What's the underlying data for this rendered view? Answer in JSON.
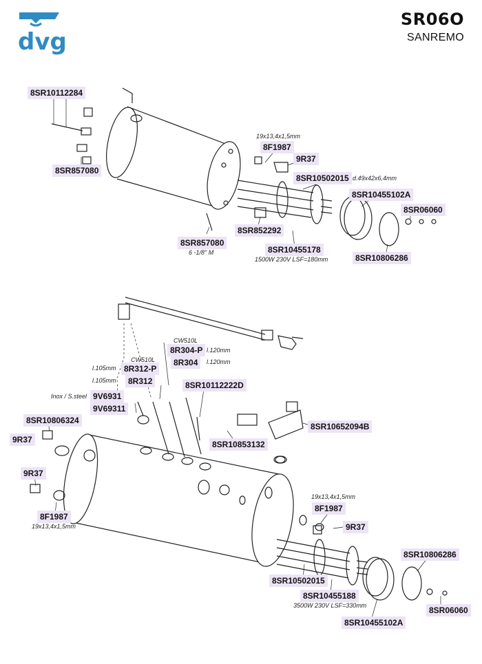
{
  "header": {
    "model": "SR06O",
    "brand": "SANREMO",
    "logo_text": "dvg",
    "accent_color": "#2f8bc3"
  },
  "parts": [
    "8SR10112284",
    "8SR857080",
    "8F1987",
    "9R37",
    "8SR10502015",
    "8SR10455102A",
    "8SR06060",
    "8SR852292",
    "8SR857080",
    "8SR10455178",
    "8SR10806286",
    "8R304-P",
    "8R304",
    "8R312-P",
    "8R312",
    "9V6931",
    "9V69311",
    "8SR10112222D",
    "8SR10806324",
    "9R37",
    "8SR10853132",
    "8SR10652094B",
    "9R37",
    "8F1987",
    "8F1987",
    "9R37",
    "8SR10806286",
    "8SR10502015",
    "8SR10455188",
    "8SR06060",
    "8SR10455102A"
  ],
  "notes": [
    "19x13,4x1,5mm",
    "d.49x42x6,4mm",
    "6 -1/8\" M",
    "1500W 230V LSF=180mm",
    "CW510L",
    "l.120mm",
    "l.120mm",
    "CW510L",
    "l.105mm",
    "l.105mm",
    "Inox / S.steel",
    "19x13,4x1,5mm",
    "19x13,4x1,5mm",
    "3500W 230V LSF=330mm"
  ]
}
